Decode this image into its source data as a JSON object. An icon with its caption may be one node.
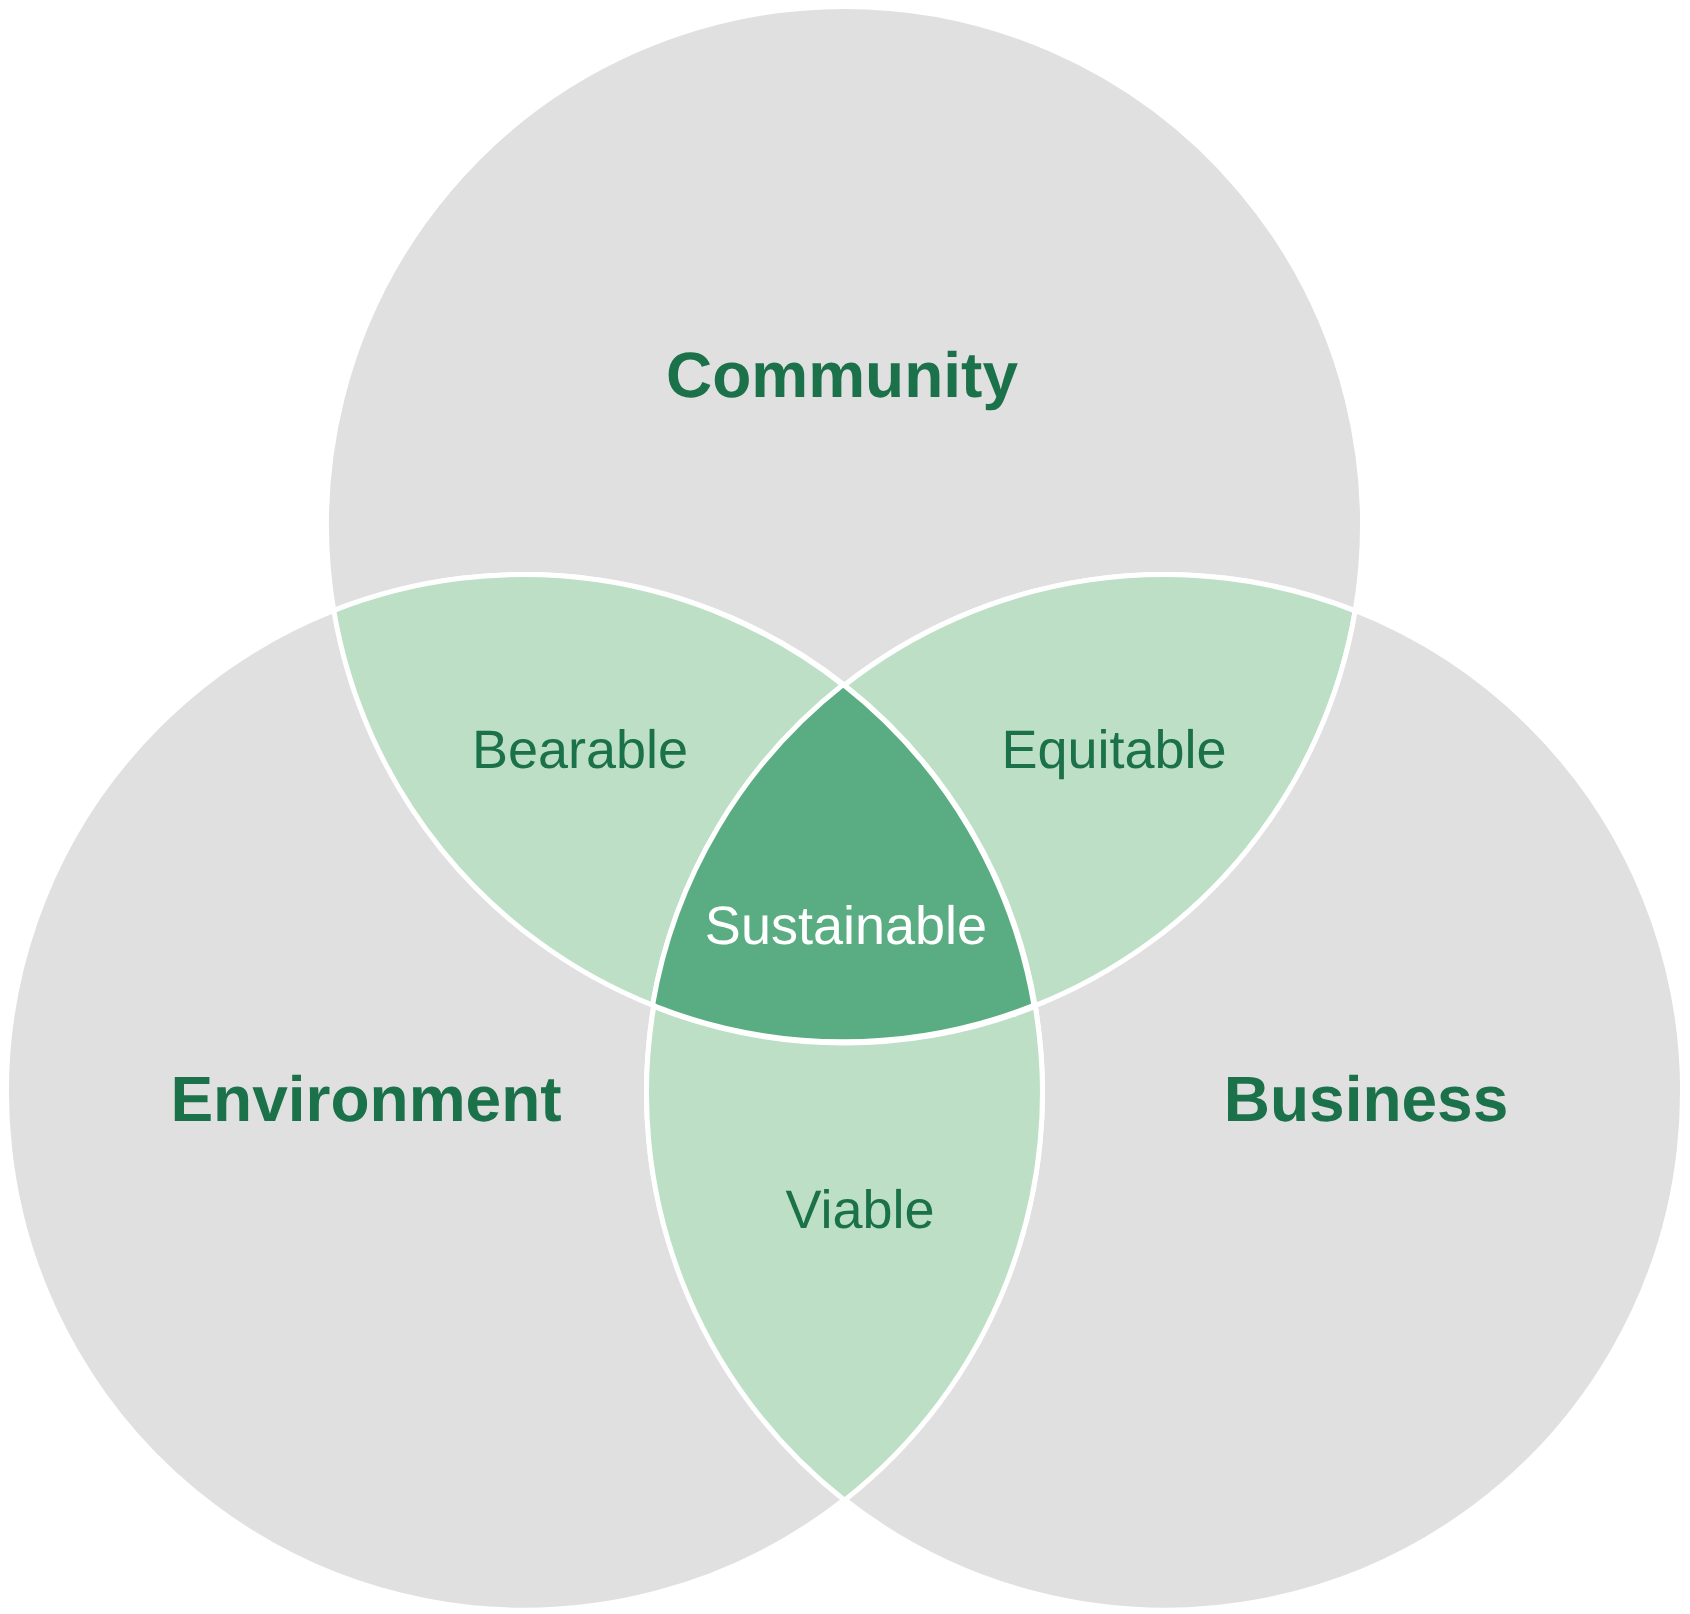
{
  "diagram": {
    "nodes": [
      {
        "text": [
          "Community"
        ]
      },
      {
        "text": [
          "Bearable"
        ]
      },
      {
        "text": [
          "Equitable"
        ]
      },
      {
        "text": [
          "Sustainable"
        ]
      },
      {
        "text": [
          "Environment"
        ]
      },
      {
        "text": [
          "Business"
        ]
      },
      {
        "text": [
          "Viable"
        ]
      }
    ]
  }
}
